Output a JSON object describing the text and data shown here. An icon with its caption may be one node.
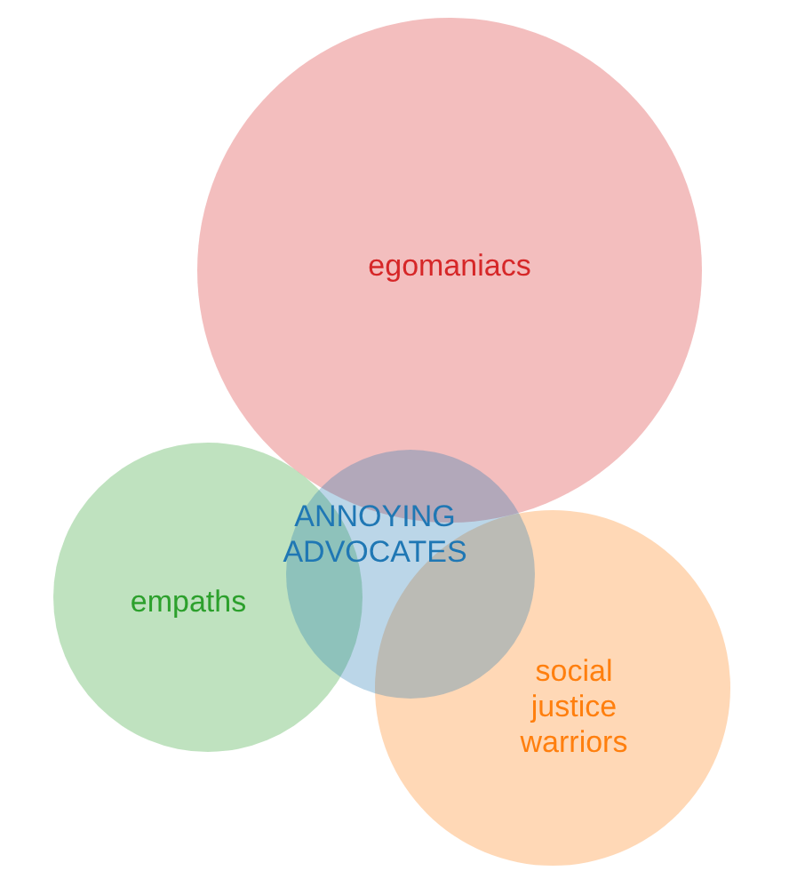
{
  "diagram": {
    "nodes": [
      {
        "text": [
          "egomaniacs"
        ]
      },
      {
        "text": [
          "empaths"
        ]
      },
      {
        "text": [
          "social justice warriors"
        ]
      },
      {
        "text": [
          "ANNOYING ADVOCATES"
        ]
      }
    ]
  }
}
